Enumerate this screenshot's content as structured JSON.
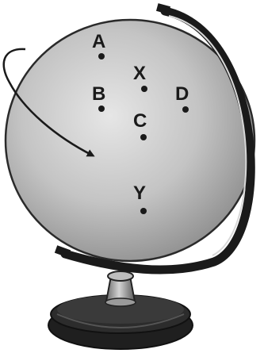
{
  "points": [
    {
      "id": "A",
      "label": "A"
    },
    {
      "id": "X",
      "label": "X"
    },
    {
      "id": "B",
      "label": "B"
    },
    {
      "id": "D",
      "label": "D"
    },
    {
      "id": "C",
      "label": "C"
    },
    {
      "id": "Y",
      "label": "Y"
    }
  ],
  "colors": {
    "sphere_light": "#e6e6e6",
    "sphere_mid": "#bdbdbd",
    "sphere_dark": "#8c8c8c",
    "meridian": "#1a1a1a",
    "stand_light": "#c8c8c8",
    "stand_dark": "#4a4a4a",
    "ink": "#1a1a1a"
  },
  "icons": {
    "rotation_arrow": "curved-arrow-icon"
  }
}
